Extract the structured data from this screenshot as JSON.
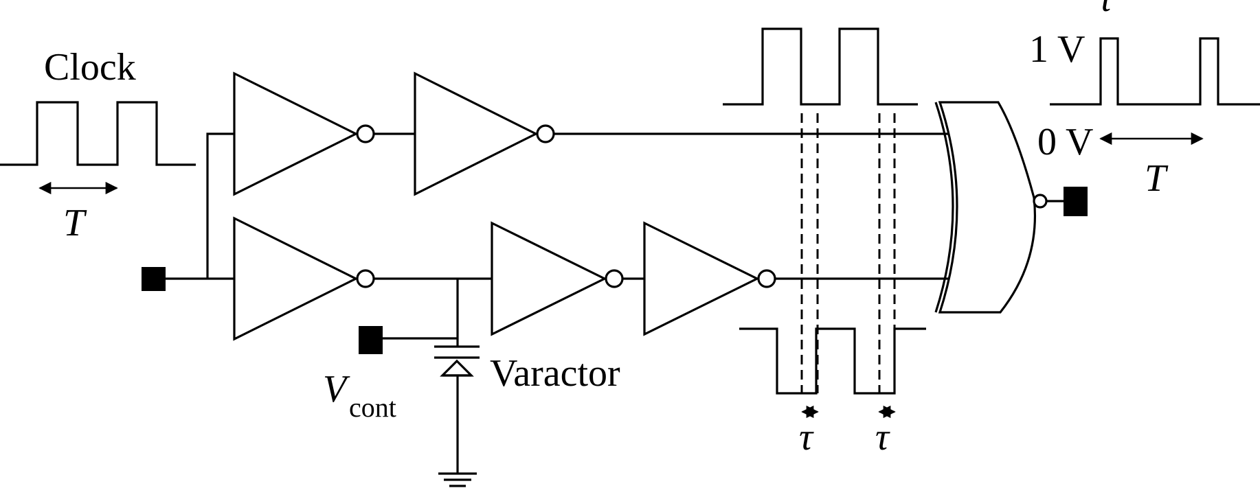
{
  "labels": {
    "clock": "Clock",
    "period": "T",
    "varactor": "Varactor",
    "vcont_main": "V",
    "vcont_sub": "cont",
    "tau": "τ",
    "one_volt": "1 V",
    "zero_volt": "0 V"
  },
  "colors": {
    "line": "#000000",
    "background": "#ffffff"
  }
}
